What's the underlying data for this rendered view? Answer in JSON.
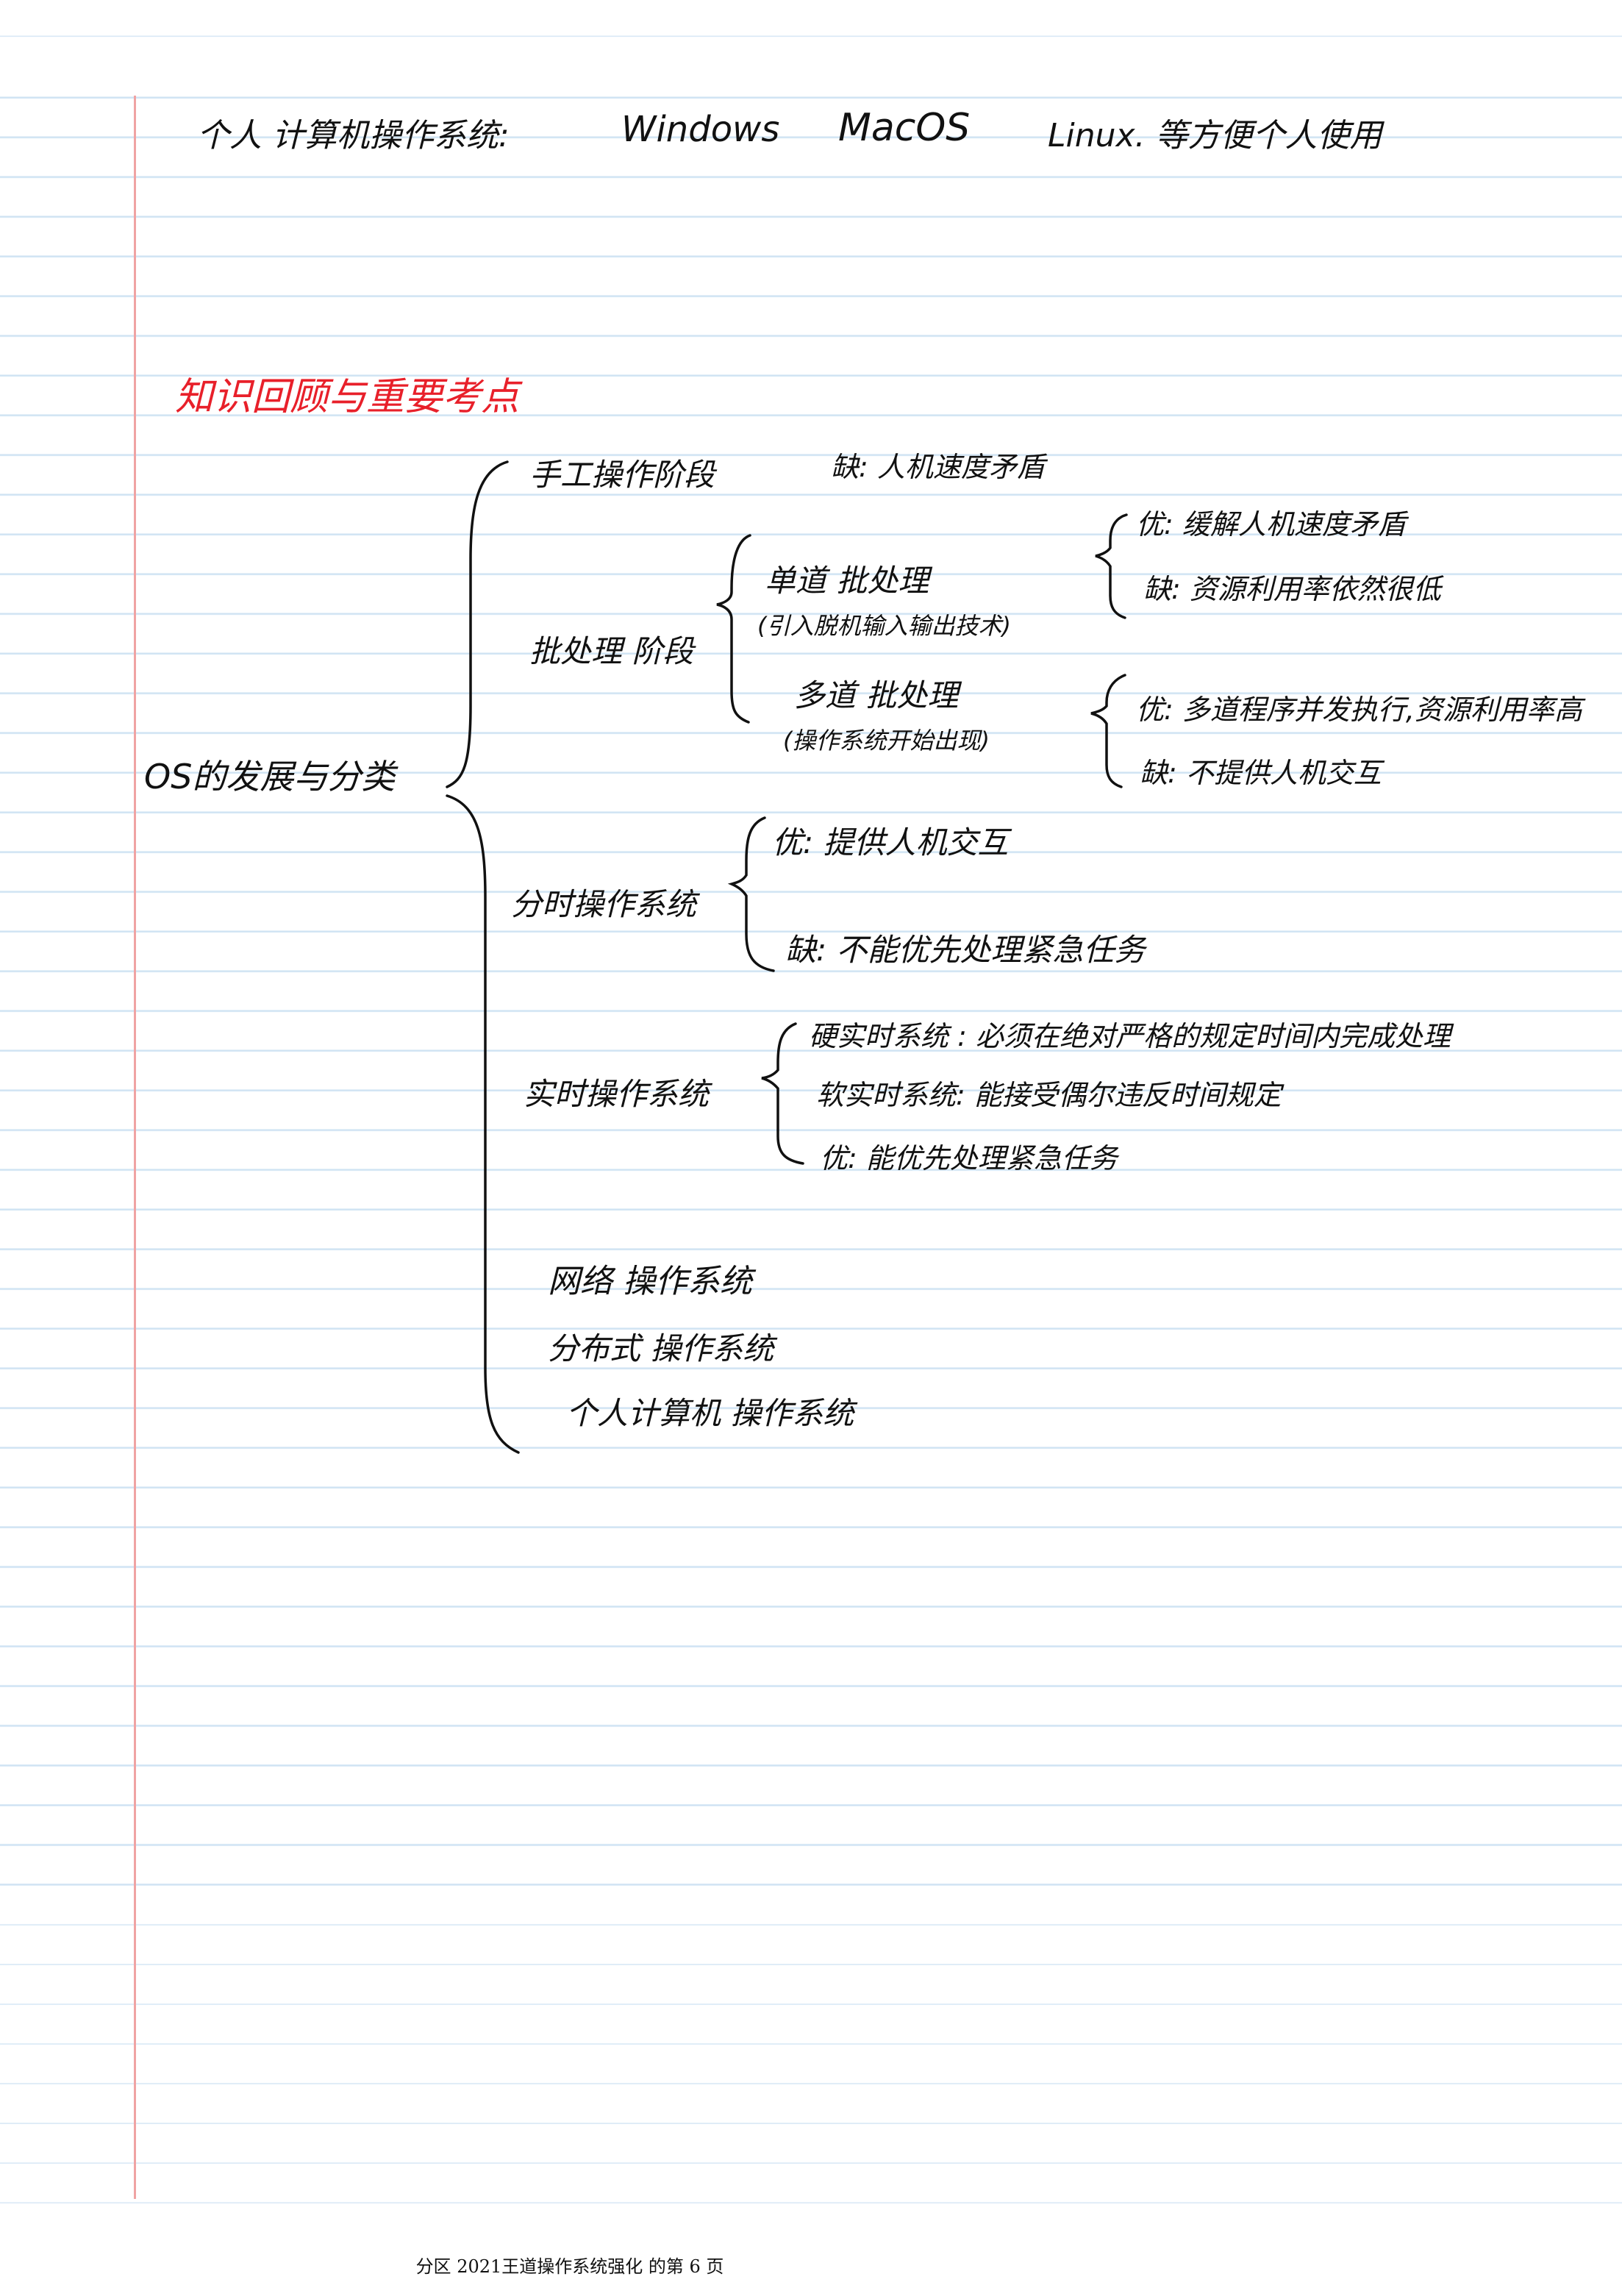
{
  "header": {
    "personal_os_prefix": "个人 计算机操作系统:",
    "os_windows": "Windows",
    "os_macos": "MacOS",
    "os_linux_note": "Linux. 等方便个人使用"
  },
  "section_title": "知识回顾与重要考点",
  "tree": {
    "root": "OS的发展与分类",
    "manual": {
      "label": "手工操作阶段",
      "weakness": "缺: 人机速度矛盾"
    },
    "batch": {
      "label": "批处理 阶段",
      "single": {
        "label": "单道 批处理",
        "note": "(引入脱机输入输出技术)",
        "pro": "优: 缓解人机速度矛盾",
        "con": "缺: 资源利用率依然很低"
      },
      "multi": {
        "label": "多道 批处理",
        "note": "(操作系统开始出现)",
        "pro": "优: 多道程序并发执行,资源利用率高",
        "con": "缺: 不提供人机交互"
      }
    },
    "timesharing": {
      "label": "分时操作系统",
      "pro": "优: 提供人机交互",
      "con": "缺: 不能优先处理紧急任务"
    },
    "realtime": {
      "label": "实时操作系统",
      "hard": "硬实时系统 : 必须在绝对严格的规定时间内完成处理",
      "soft": "软实时系统: 能接受偶尔违反时间规定",
      "pro": "优: 能优先处理紧急任务"
    },
    "others": [
      "网络 操作系统",
      "分布式 操作系统",
      "个人计算机 操作系统"
    ]
  },
  "footer": "分区 2021王道操作系统强化 的第 6 页"
}
